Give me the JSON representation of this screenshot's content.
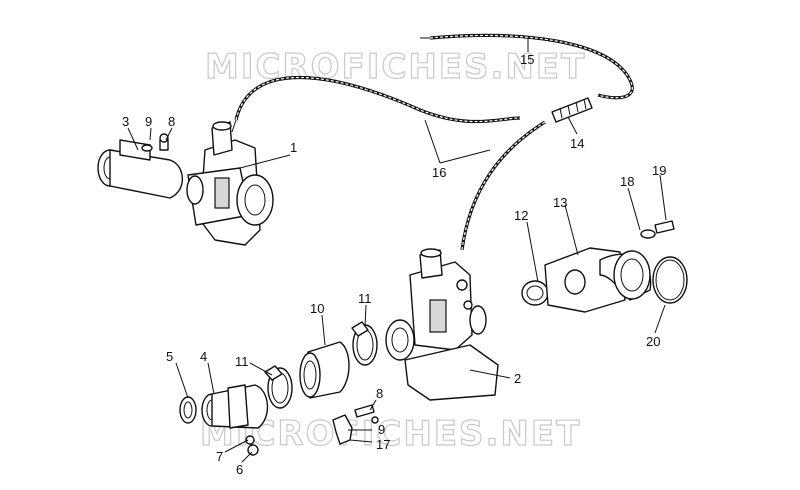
{
  "watermark": {
    "top": "MICROFICHES.NET",
    "bottom": "MICROFICHES.NET"
  },
  "callouts": [
    {
      "id": "c1",
      "text": "1"
    },
    {
      "id": "c2",
      "text": "2"
    },
    {
      "id": "c3",
      "text": "3"
    },
    {
      "id": "c4",
      "text": "4"
    },
    {
      "id": "c5",
      "text": "5"
    },
    {
      "id": "c6",
      "text": "6"
    },
    {
      "id": "c7",
      "text": "7"
    },
    {
      "id": "c8a",
      "text": "8"
    },
    {
      "id": "c8b",
      "text": "8"
    },
    {
      "id": "c9a",
      "text": "9"
    },
    {
      "id": "c9b",
      "text": "9"
    },
    {
      "id": "c10",
      "text": "10"
    },
    {
      "id": "c11a",
      "text": "11"
    },
    {
      "id": "c11b",
      "text": "11"
    },
    {
      "id": "c12",
      "text": "12"
    },
    {
      "id": "c13",
      "text": "13"
    },
    {
      "id": "c14",
      "text": "14"
    },
    {
      "id": "c15",
      "text": "15"
    },
    {
      "id": "c16",
      "text": "16"
    },
    {
      "id": "c17",
      "text": "17"
    },
    {
      "id": "c18",
      "text": "18"
    },
    {
      "id": "c19",
      "text": "19"
    },
    {
      "id": "c20",
      "text": "20"
    }
  ]
}
